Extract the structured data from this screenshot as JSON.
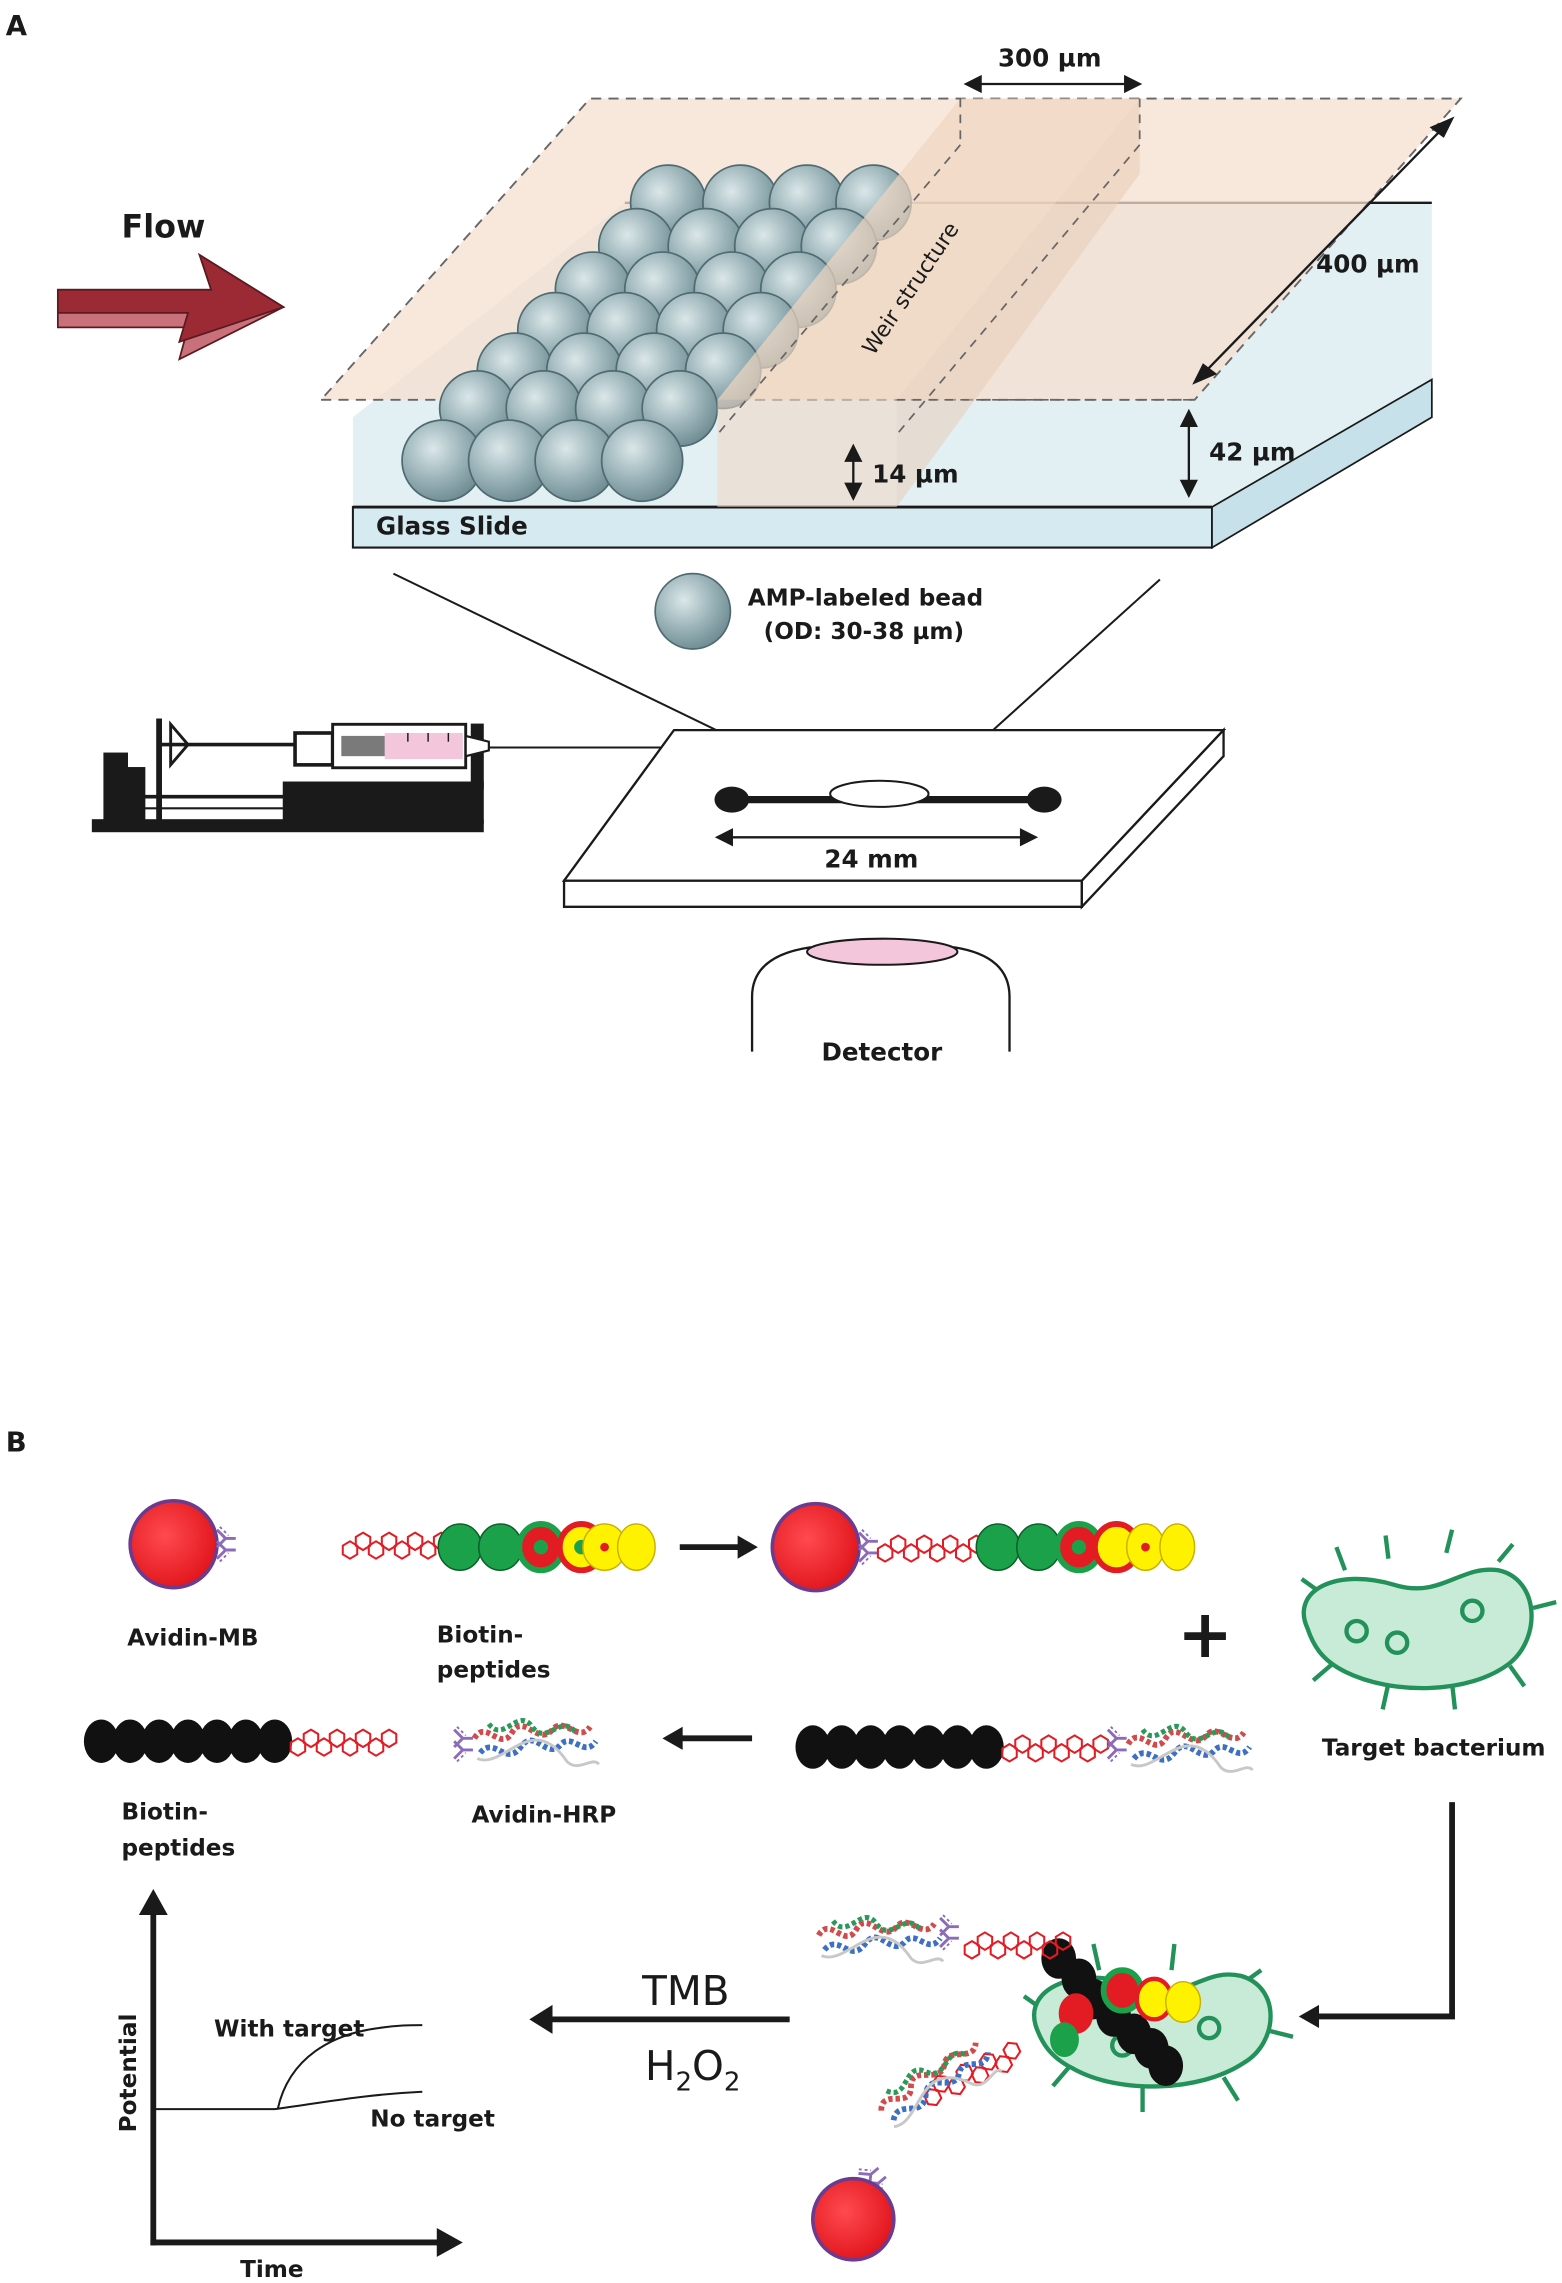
{
  "panel_a": {
    "letter": "A",
    "flow_label": "Flow",
    "width_top": "300 µm",
    "length_label": "400 µm",
    "weir_label": "Weir structure",
    "height_left": "14 µm",
    "height_right": "42 µm",
    "slide_label": "Glass Slide",
    "bead_label_1": "AMP-labeled bead",
    "bead_label_2": "(OD: 30-38 µm)",
    "channel_length": "24 mm",
    "detector_label": "Detector"
  },
  "panel_b": {
    "letter": "B",
    "avidin_mb": "Avidin-MB",
    "biotin_peptides_top_1": "Biotin-",
    "biotin_peptides_top_2": "peptides",
    "target_bacterium": "Target bacterium",
    "biotin_peptides_bottom_1": "Biotin-",
    "biotin_peptides_bottom_2": "peptides",
    "avidin_hrp": "Avidin-HRP",
    "plus": "+",
    "tmb": "TMB",
    "h2o2_h": "H",
    "h2o2_2a": "2",
    "h2o2_o": "O",
    "h2o2_2b": "2",
    "with_target": "With target",
    "no_target": "No target",
    "y_axis": "Potential",
    "x_axis": "Time"
  },
  "colors": {
    "flow_arrow": "#9b2a35",
    "bead": "#93adb2",
    "glass": "#dcedf2",
    "weir": "#f3e2d5",
    "detector_lens": "#f3c6dc",
    "mb_red": "#ee1c24",
    "mb_rim": "#6d3b8e",
    "peptide_green": "#1aa14a",
    "peptide_yellow": "#fff200",
    "bacterium_fill": "#c7ebd7",
    "bacterium_stroke": "#23915a",
    "biotin_red": "#e31b23",
    "linker_purple": "#8c6bb8"
  }
}
